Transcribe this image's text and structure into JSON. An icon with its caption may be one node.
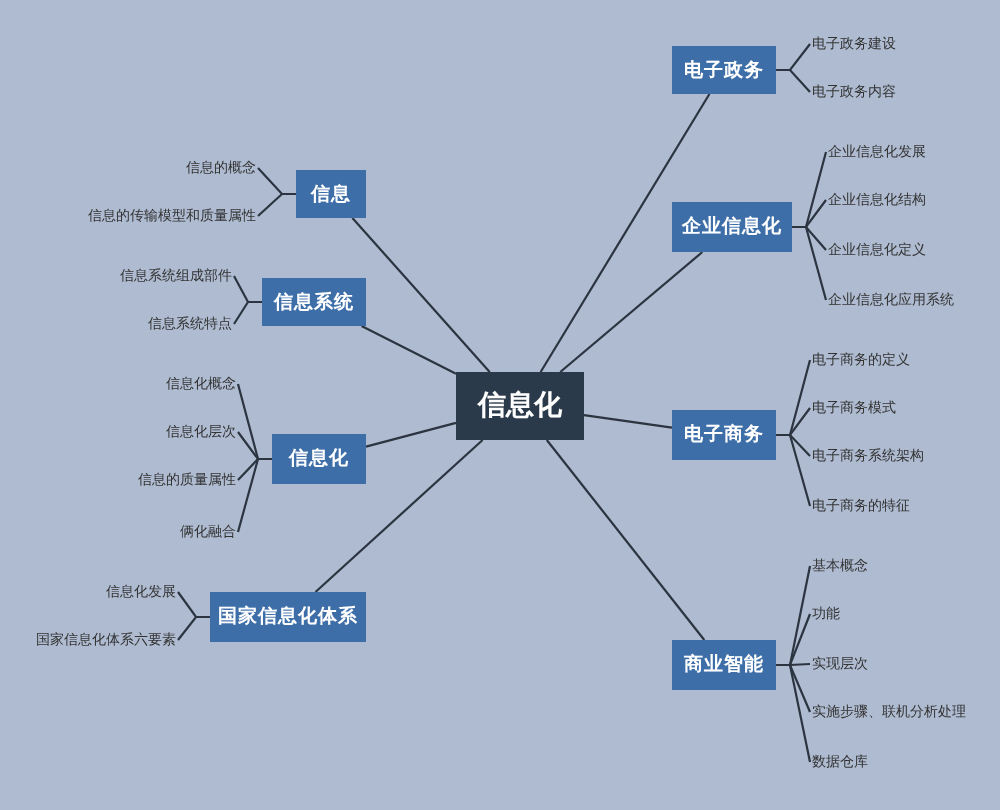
{
  "diagram": {
    "nodes": [
      {
        "text": [
          "信息化"
        ]
      },
      {
        "text": [
          "信息"
        ]
      },
      {
        "text": [
          "信息的概念"
        ]
      },
      {
        "text": [
          "信息的传输模型和质量属性"
        ]
      },
      {
        "text": [
          "信息系统"
        ]
      },
      {
        "text": [
          "信息系统组成部件"
        ]
      },
      {
        "text": [
          "信息系统特点"
        ]
      },
      {
        "text": [
          "信息化"
        ]
      },
      {
        "text": [
          "信息化概念"
        ]
      },
      {
        "text": [
          "信息化层次"
        ]
      },
      {
        "text": [
          "信息的质量属性"
        ]
      },
      {
        "text": [
          "俩化融合"
        ]
      },
      {
        "text": [
          "国家信息化体系"
        ]
      },
      {
        "text": [
          "信息化发展"
        ]
      },
      {
        "text": [
          "国家信息化体系六要素"
        ]
      },
      {
        "text": [
          "电子政务"
        ]
      },
      {
        "text": [
          "电子政务建设"
        ]
      },
      {
        "text": [
          "电子政务内容"
        ]
      },
      {
        "text": [
          "企业信息化"
        ]
      },
      {
        "text": [
          "企业信息化发展"
        ]
      },
      {
        "text": [
          "企业信息化结构"
        ]
      },
      {
        "text": [
          "企业信息化定义"
        ]
      },
      {
        "text": [
          "企业信息化应用系统"
        ]
      },
      {
        "text": [
          "电子商务"
        ]
      },
      {
        "text": [
          "电子商务的定义"
        ]
      },
      {
        "text": [
          "电子商务模式"
        ]
      },
      {
        "text": [
          "电子商务系统架构"
        ]
      },
      {
        "text": [
          "电子商务的特征"
        ]
      },
      {
        "text": [
          "商业智能"
        ]
      },
      {
        "text": [
          "基本概念"
        ]
      },
      {
        "text": [
          "功能"
        ]
      },
      {
        "text": [
          "实现层次"
        ]
      },
      {
        "text": [
          "实施步骤、联机分析处理"
        ]
      },
      {
        "text": [
          "数据仓库"
        ]
      }
    ],
    "edges": [
      {
        "from": 0,
        "to": 1,
        "arrow": "none"
      },
      {
        "from": 1,
        "to": 2,
        "arrow": "none"
      },
      {
        "from": 1,
        "to": 3,
        "arrow": "none"
      },
      {
        "from": 0,
        "to": 4,
        "arrow": "none"
      },
      {
        "from": 4,
        "to": 5,
        "arrow": "none"
      },
      {
        "from": 4,
        "to": 6,
        "arrow": "none"
      },
      {
        "from": 0,
        "to": 7,
        "arrow": "none"
      },
      {
        "from": 7,
        "to": 8,
        "arrow": "none"
      },
      {
        "from": 7,
        "to": 9,
        "arrow": "none"
      },
      {
        "from": 7,
        "to": 10,
        "arrow": "none"
      },
      {
        "from": 7,
        "to": 11,
        "arrow": "none"
      },
      {
        "from": 0,
        "to": 12,
        "arrow": "none"
      },
      {
        "from": 12,
        "to": 13,
        "arrow": "none"
      },
      {
        "from": 12,
        "to": 14,
        "arrow": "none"
      },
      {
        "from": 0,
        "to": 15,
        "arrow": "none"
      },
      {
        "from": 15,
        "to": 16,
        "arrow": "none"
      },
      {
        "from": 15,
        "to": 17,
        "arrow": "none"
      },
      {
        "from": 0,
        "to": 18,
        "arrow": "none"
      },
      {
        "from": 18,
        "to": 19,
        "arrow": "none"
      },
      {
        "from": 18,
        "to": 20,
        "arrow": "none"
      },
      {
        "from": 18,
        "to": 21,
        "arrow": "none"
      },
      {
        "from": 18,
        "to": 22,
        "arrow": "none"
      },
      {
        "from": 0,
        "to": 23,
        "arrow": "none"
      },
      {
        "from": 23,
        "to": 24,
        "arrow": "none"
      },
      {
        "from": 23,
        "to": 25,
        "arrow": "none"
      },
      {
        "from": 23,
        "to": 26,
        "arrow": "none"
      },
      {
        "from": 23,
        "to": 27,
        "arrow": "none"
      },
      {
        "from": 0,
        "to": 28,
        "arrow": "none"
      },
      {
        "from": 28,
        "to": 29,
        "arrow": "none"
      },
      {
        "from": 28,
        "to": 30,
        "arrow": "none"
      },
      {
        "from": 28,
        "to": 31,
        "arrow": "none"
      },
      {
        "from": 28,
        "to": 32,
        "arrow": "none"
      },
      {
        "from": 28,
        "to": 33,
        "arrow": "none"
      }
    ]
  }
}
